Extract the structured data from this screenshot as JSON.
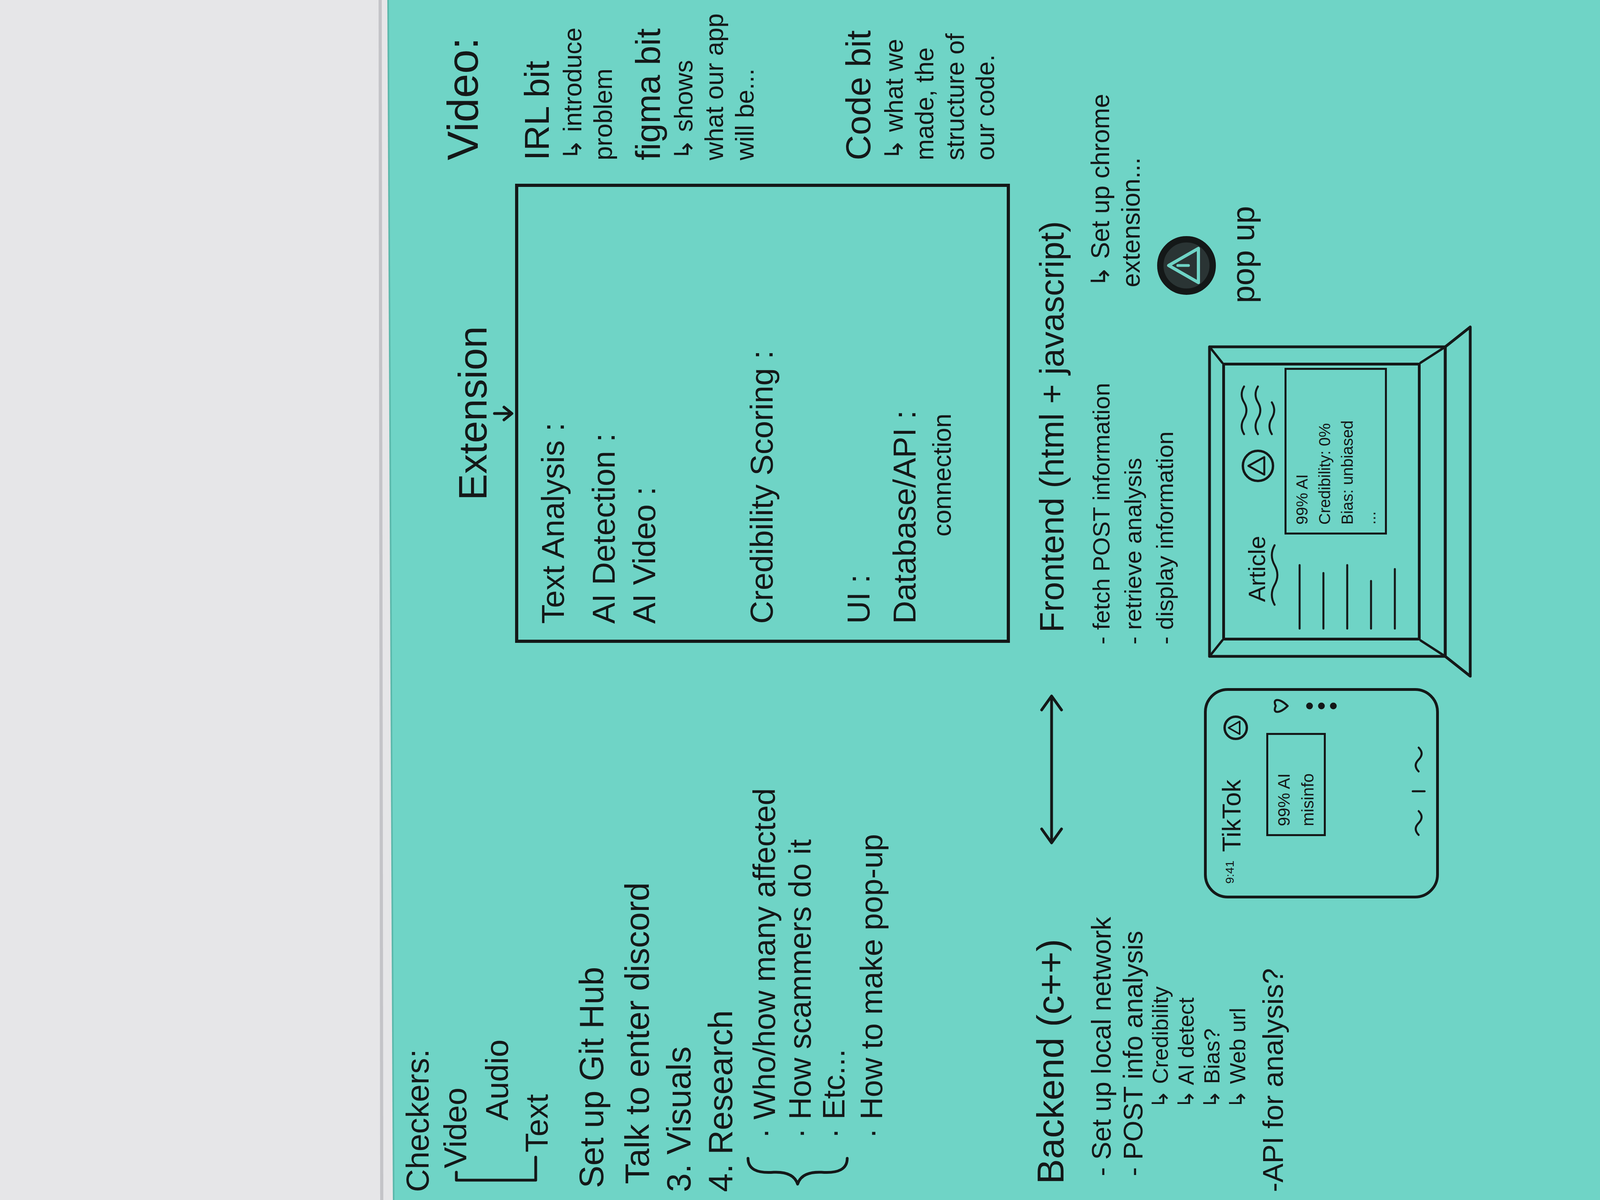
{
  "diagram": {
    "nodes": [
      {
        "text": [
          "Extension",
          "Text Analysis :",
          "AI Detection :",
          "AI Video :",
          "Credibility Scoring :",
          "UI :",
          "Database/API :",
          "connection"
        ]
      },
      {
        "text": [
          "9:41",
          "TikTok"
        ]
      },
      {
        "text": [
          "99% AI",
          "misinfo"
        ],
        "in": 1
      },
      {
        "text": [
          "Article"
        ]
      },
      {
        "text": [
          "99% AI",
          "Credibility: 0%",
          "Bias: unbiased",
          "..."
        ],
        "in": 3
      }
    ],
    "labels": [
      "Checkers:",
      "Video",
      "Audio",
      "Text",
      "Set up Git Hub",
      "Talk to enter discord",
      "3. Visuals",
      "4. Research",
      "· Who/how many affected",
      "· How scammers do it",
      "· Etc...",
      "· How to make pop-up",
      "Video:",
      "IRL bit",
      "↳ introduce problem",
      "figma bit",
      "↳ shows what our app will be...",
      "Code bit",
      "↳ what we made, the structure of our code.",
      "Backend (c++)",
      "- Set up local network",
      "- POST info analysis",
      "↳ Credibility",
      "↳ AI detect",
      "↳ Bias?",
      "↳ Web url",
      "-API for analysis?",
      "Frontend (html + javascript)",
      "- fetch POST information",
      "- retrieve analysis",
      "- display information",
      "↳ Set up chrome extension...",
      "pop up"
    ]
  }
}
